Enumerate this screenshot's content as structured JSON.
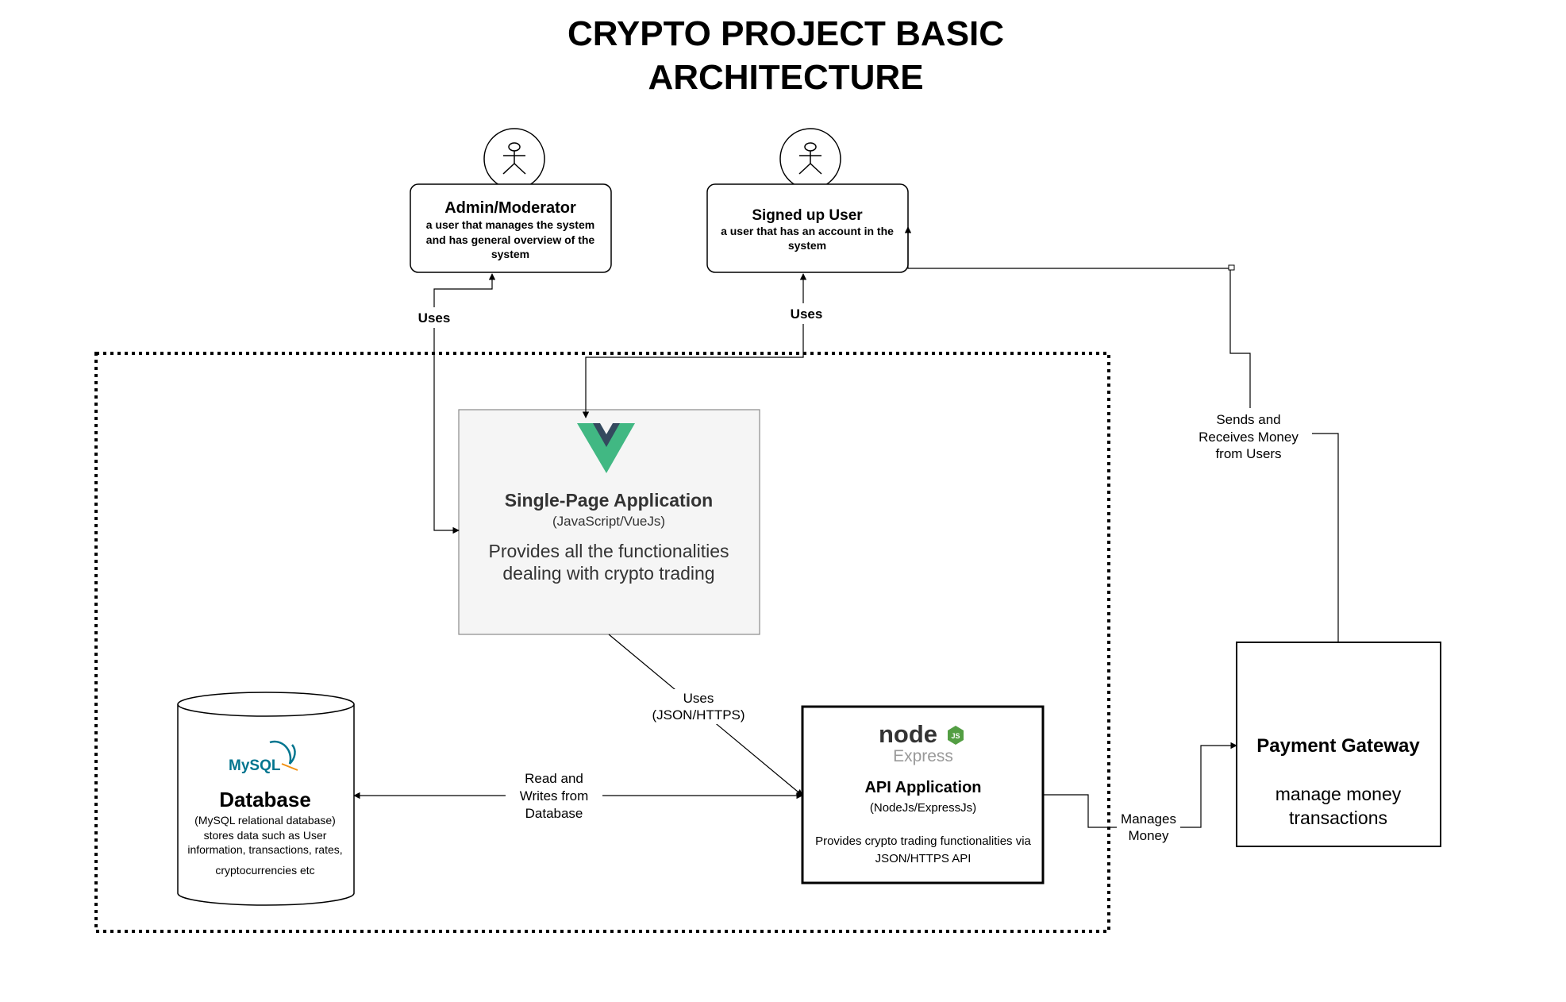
{
  "title": {
    "line1": "CRYPTO PROJECT BASIC",
    "line2": "ARCHITECTURE"
  },
  "actors": {
    "admin": {
      "name": "Admin/Moderator",
      "desc1": "a user that manages the system",
      "desc2": "and has general overview of the",
      "desc3": "system"
    },
    "user": {
      "name": "Signed up User",
      "desc1": "a user that has an account in the",
      "desc2": "system"
    }
  },
  "spa": {
    "logo_icon": "vuejs-logo-icon",
    "name": "Single-Page Application",
    "tech": "(JavaScript/VueJs)",
    "desc1": "Provides all the functionalities",
    "desc2": "dealing with crypto trading"
  },
  "api": {
    "logo_node": "node",
    "logo_js": "JS",
    "logo_express": "Express",
    "name": "API Application",
    "tech": "(NodeJs/ExpressJs)",
    "desc1": "Provides crypto trading functionalities via",
    "desc2": "JSON/HTTPS API"
  },
  "database": {
    "logo": "MySQL",
    "name": "Database",
    "desc1": "(MySQL relational database)",
    "desc2": "stores data such as User",
    "desc3": "information, transactions, rates,",
    "desc4": "cryptocurrencies etc"
  },
  "payment": {
    "name": "Payment Gateway",
    "desc1": "manage money",
    "desc2": "transactions"
  },
  "edges": {
    "admin_uses": "Uses",
    "user_uses": "Uses",
    "spa_api_1": "Uses",
    "spa_api_2": "(JSON/HTTPS)",
    "db_1": "Read and",
    "db_2": "Writes from",
    "db_3": "Database",
    "money_1": "Manages",
    "money_2": "Money",
    "pg_1": "Sends and",
    "pg_2": "Receives Money",
    "pg_3": "from Users"
  },
  "colors": {
    "vue_green": "#41b883",
    "vue_dark": "#34495e",
    "node_green": "#539e43",
    "node_dark": "#333333",
    "mysql_blue": "#00758f",
    "mysql_orange": "#f29111",
    "spa_fill": "#f5f5f5"
  }
}
